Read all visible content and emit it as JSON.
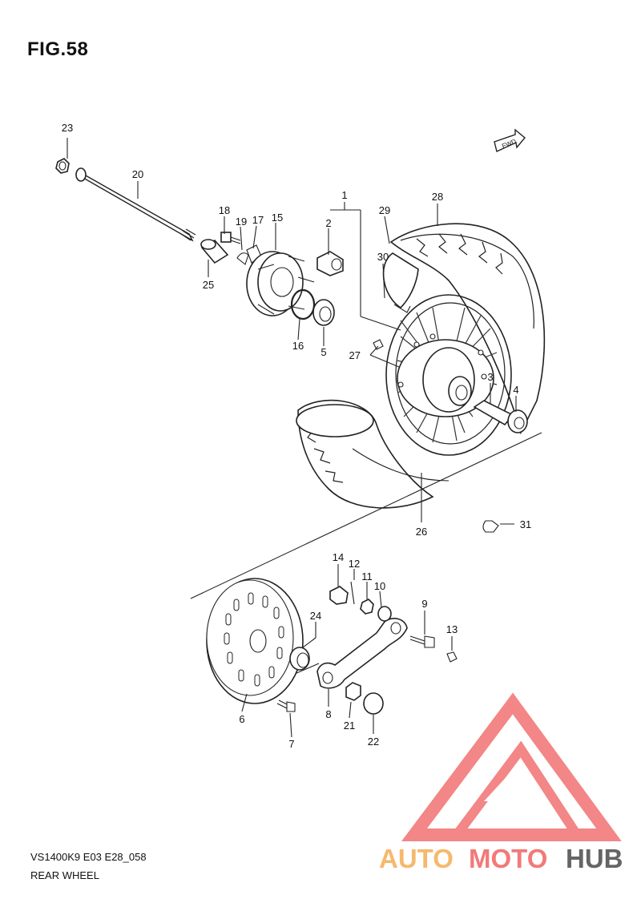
{
  "figure": {
    "title": "FIG.58",
    "model_code": "VS1400K9 E03 E28_058",
    "section_name": "REAR WHEEL",
    "direction_tag": "FWD"
  },
  "part_callouts": [
    "1",
    "2",
    "3",
    "4",
    "5",
    "6",
    "7",
    "8",
    "9",
    "10",
    "11",
    "12",
    "13",
    "14",
    "15",
    "16",
    "17",
    "18",
    "19",
    "20",
    "21",
    "22",
    "23",
    "24",
    "25",
    "26",
    "27",
    "28",
    "29",
    "30",
    "31"
  ],
  "watermark": {
    "part1": "AUTO",
    "part2": "MOTO",
    "part3": "HUB",
    "colors": {
      "auto": "#f5b25e",
      "moto": "#f26b6b",
      "hub": "#555555",
      "logo": "#f27a7a"
    }
  }
}
